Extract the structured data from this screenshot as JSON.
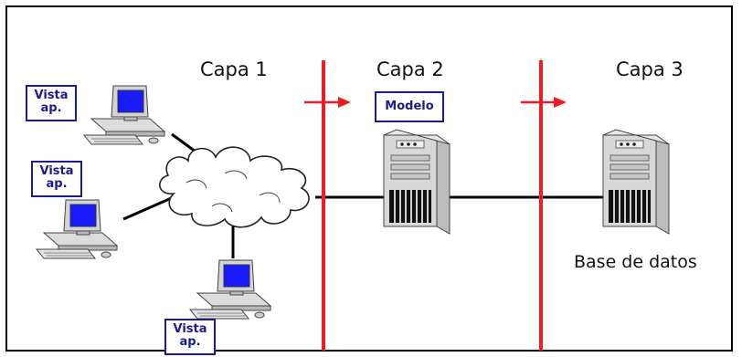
{
  "layers": {
    "capa1": "Capa 1",
    "capa2": "Capa 2",
    "capa3": "Capa 3"
  },
  "client_tag": [
    "Vista",
    "ap."
  ],
  "server_tag": "Modelo",
  "database_label": "Base de datos",
  "colors": {
    "divider": "#ee1c24",
    "tag_border": "#1c1c8c",
    "screen": "#1a1aff"
  },
  "icons": [
    "monitor-icon",
    "cloud-icon",
    "server-tower-icon",
    "arrow-right-icon"
  ]
}
